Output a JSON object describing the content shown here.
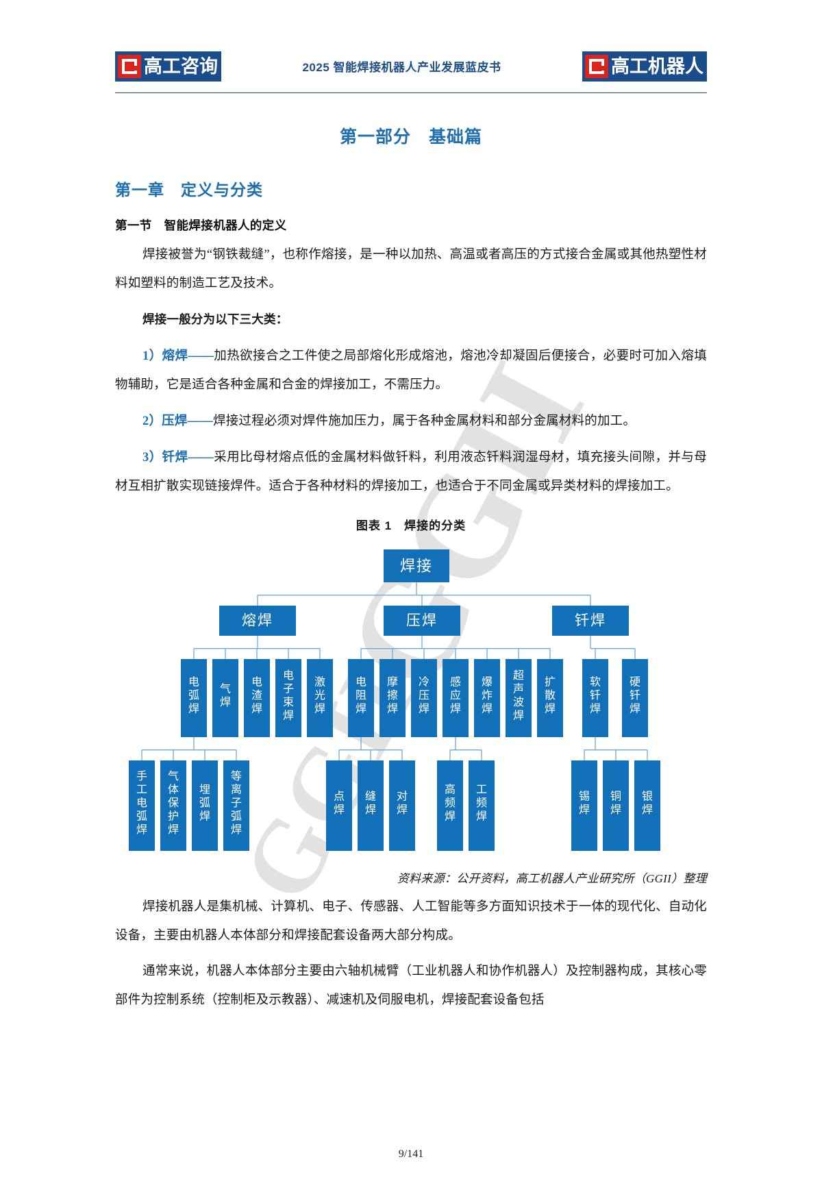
{
  "header": {
    "left_logo": {
      "mark": "g-logo-icon",
      "text": "高工咨询"
    },
    "title": "2025 智能焊接机器人产业发展蓝皮书",
    "right_logo": {
      "mark": "g-logo-icon",
      "text": "高工机器人"
    },
    "accent_color": "#1f4e87"
  },
  "watermark": {
    "text_a": "GGII",
    "text_b": "GGII",
    "color": "#e2e2e2"
  },
  "body": {
    "part_title": "第一部分　基础篇",
    "chapter_title": "第一章　定义与分类",
    "section_title": "第一节　智能焊接机器人的定义",
    "paragraph_1": "焊接被誉为“钢铁裁缝”，也称作熔接，是一种以加热、高温或者高压的方式接合金属或其他热塑性材料如塑料的制造工艺及技术。",
    "lead_in": "焊接一般分为以下三大类：",
    "items": [
      {
        "num": "1）",
        "keyword": "熔焊",
        "dash": "——",
        "text": "加热欲接合之工件使之局部熔化形成熔池，熔池冷却凝固后便接合，必要时可加入熔填物辅助，它是适合各种金属和合金的焊接加工，不需压力。"
      },
      {
        "num": "2）",
        "keyword": "压焊",
        "dash": "——",
        "text": "焊接过程必须对焊件施加压力，属于各种金属材料和部分金属材料的加工。"
      },
      {
        "num": "3）",
        "keyword": "钎焊",
        "dash": "——",
        "text": "采用比母材熔点低的金属材料做钎料，利用液态钎料润湿母材，填充接头间隙，并与母材互相扩散实现链接焊件。适合于各种材料的焊接加工，也适合于不同金属或异类材料的焊接加工。"
      }
    ],
    "paragraph_2": "焊接机器人是集机械、计算机、电子、传感器、人工智能等多方面知识技术于一体的现代化、自动化设备，主要由机器人本体部分和焊接配套设备两大部分构成。",
    "paragraph_3": "通常来说，机器人本体部分主要由六轴机械臂（工业机器人和协作机器人）及控制器构成，其核心零部件为控制系统（控制柜及示教器）、减速机及伺服电机，焊接配套设备包括"
  },
  "figure": {
    "caption": "图表 1　焊接的分类",
    "source": "资料来源：公开资料，高工机器人产业研究所（GGII）整理",
    "box_fill": "#1270b8",
    "box_fill_alt": "#1565a8",
    "connector_color": "#6fa8d4"
  },
  "chart_data": {
    "type": "diagram",
    "title": "焊接的分类",
    "root": "焊接",
    "levels": 4,
    "nodes": [
      {
        "id": "root",
        "label": "焊接",
        "level": 0,
        "parent": null
      },
      {
        "id": "l1a",
        "label": "熔焊",
        "level": 1,
        "parent": "root"
      },
      {
        "id": "l1b",
        "label": "压焊",
        "level": 1,
        "parent": "root"
      },
      {
        "id": "l1c",
        "label": "钎焊",
        "level": 1,
        "parent": "root"
      },
      {
        "id": "l2a1",
        "label": "电弧焊",
        "level": 2,
        "parent": "l1a"
      },
      {
        "id": "l2a2",
        "label": "气焊",
        "level": 2,
        "parent": "l1a"
      },
      {
        "id": "l2a3",
        "label": "电渣焊",
        "level": 2,
        "parent": "l1a"
      },
      {
        "id": "l2a4",
        "label": "电子束焊",
        "level": 2,
        "parent": "l1a"
      },
      {
        "id": "l2a5",
        "label": "激光焊",
        "level": 2,
        "parent": "l1a"
      },
      {
        "id": "l2b1",
        "label": "电阻焊",
        "level": 2,
        "parent": "l1b"
      },
      {
        "id": "l2b2",
        "label": "摩擦焊",
        "level": 2,
        "parent": "l1b"
      },
      {
        "id": "l2b3",
        "label": "冷压焊",
        "level": 2,
        "parent": "l1b"
      },
      {
        "id": "l2b4",
        "label": "感应焊",
        "level": 2,
        "parent": "l1b"
      },
      {
        "id": "l2b5",
        "label": "爆炸焊",
        "level": 2,
        "parent": "l1b"
      },
      {
        "id": "l2b6",
        "label": "超声波焊",
        "level": 2,
        "parent": "l1b"
      },
      {
        "id": "l2b7",
        "label": "扩散焊",
        "level": 2,
        "parent": "l1b"
      },
      {
        "id": "l2c1",
        "label": "软钎焊",
        "level": 2,
        "parent": "l1c"
      },
      {
        "id": "l2c2",
        "label": "硬钎焊",
        "level": 2,
        "parent": "l1c"
      },
      {
        "id": "l3a1",
        "label": "手工电弧焊",
        "level": 3,
        "parent": "l2a1"
      },
      {
        "id": "l3a2",
        "label": "气体保护焊",
        "level": 3,
        "parent": "l2a1"
      },
      {
        "id": "l3a3",
        "label": "埋弧焊",
        "level": 3,
        "parent": "l2a1"
      },
      {
        "id": "l3a4",
        "label": "等离子弧焊",
        "level": 3,
        "parent": "l2a1"
      },
      {
        "id": "l3b1",
        "label": "点焊",
        "level": 3,
        "parent": "l2b1"
      },
      {
        "id": "l3b2",
        "label": "缝焊",
        "level": 3,
        "parent": "l2b1"
      },
      {
        "id": "l3b3",
        "label": "对焊",
        "level": 3,
        "parent": "l2b1"
      },
      {
        "id": "l3c1",
        "label": "高频焊",
        "level": 3,
        "parent": "l2b4"
      },
      {
        "id": "l3c2",
        "label": "工频焊",
        "level": 3,
        "parent": "l2b4"
      },
      {
        "id": "l3d1",
        "label": "锡焊",
        "level": 3,
        "parent": "l2c1"
      },
      {
        "id": "l3d2",
        "label": "铜焊",
        "level": 3,
        "parent": "l2c1"
      },
      {
        "id": "l3d3",
        "label": "银焊",
        "level": 3,
        "parent": "l2c1"
      }
    ]
  },
  "footer": {
    "page_number": "9/141"
  }
}
